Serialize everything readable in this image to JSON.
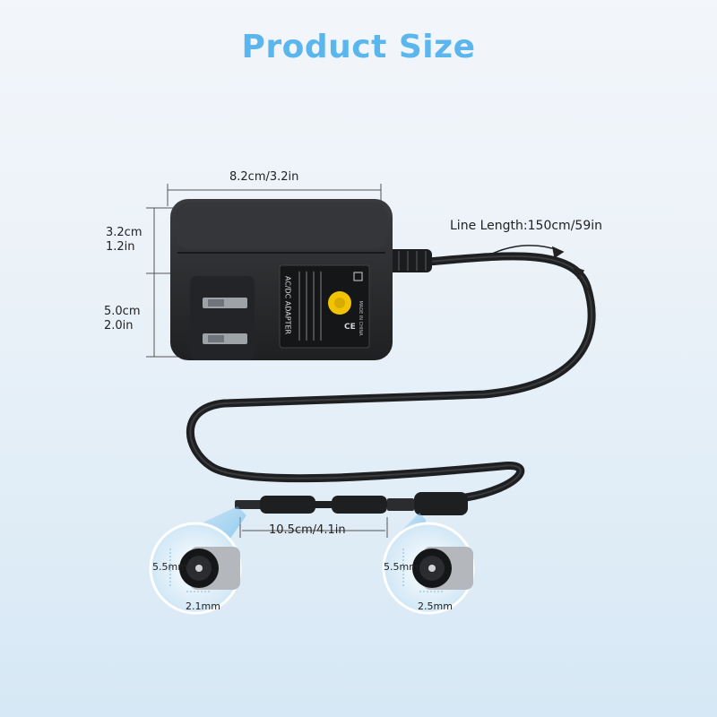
{
  "title": "Product Size",
  "dimensions": {
    "width": "8.2cm/3.2in",
    "top_height_cm": "3.2cm",
    "top_height_in": "1.2in",
    "bottom_height_cm": "5.0cm",
    "bottom_height_in": "2.0in",
    "line_length": "Line Length:150cm/59in",
    "connector_length": "10.5cm/4.1in"
  },
  "connectors": {
    "left": {
      "outer": "5.5mm",
      "inner": "2.1mm"
    },
    "right": {
      "outer": "5.5mm",
      "inner": "2.5mm"
    }
  },
  "adapter_label": {
    "heading": "AC/DC ADAPTER",
    "made_in": "MADE IN CHINA"
  },
  "colors": {
    "title": "#5ab6ec",
    "adapter_body": "#2b2c2e",
    "knob": "#f2c300"
  }
}
